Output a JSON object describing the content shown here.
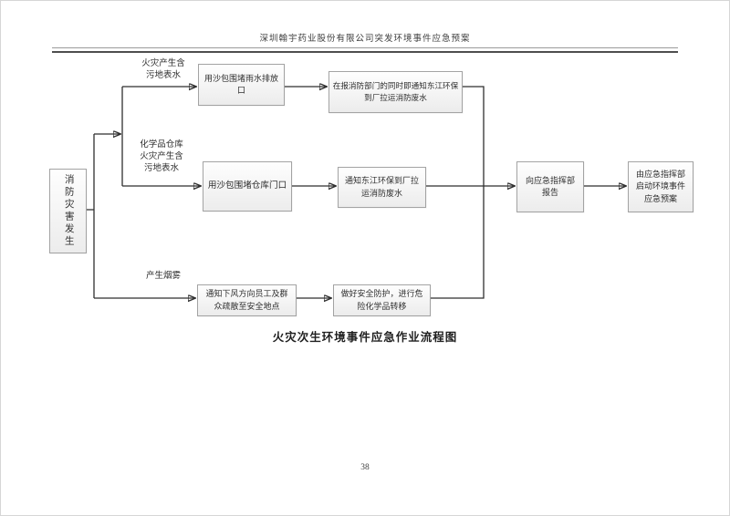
{
  "header": {
    "title": "深圳翰宇药业股份有限公司突发环境事件应急预案"
  },
  "footer": {
    "page_number": "38"
  },
  "figure": {
    "caption": "火灾次生环境事件应急作业流程图",
    "start_node": "消防灾害发生",
    "branch_labels": {
      "top": "火灾产生含\n污地表水",
      "middle": "化学品仓库\n火灾产生含\n污地表水",
      "bottom": "产生烟雾"
    },
    "nodes": {
      "block_rain_outlet": "用沙包围堵雨水排放\n口",
      "notify_fire_dept_and_dongjiang": "在报消防部门的同时即通知东江环保\n到厂拉运消防废水",
      "block_warehouse_gate": "用沙包围堵仓库门口",
      "notify_dongjiang_transport": "通知东江环保到厂拉\n运消防废水",
      "evacuate_downwind": "通知下风方向员工及群\n众疏散至安全地点",
      "transfer_chemicals": "做好安全防护，进行危\n险化学品转移",
      "report_to_command": "向应急指挥部\n报告",
      "activate_plan": "由应急指挥部\n启动环境事件\n应急预案"
    }
  },
  "colors": {
    "line": "#2f2f2f",
    "node_border": "#a3a3a3",
    "node_fill_top": "#fefefe",
    "node_fill_bottom": "#ececec",
    "text": "#333333"
  }
}
